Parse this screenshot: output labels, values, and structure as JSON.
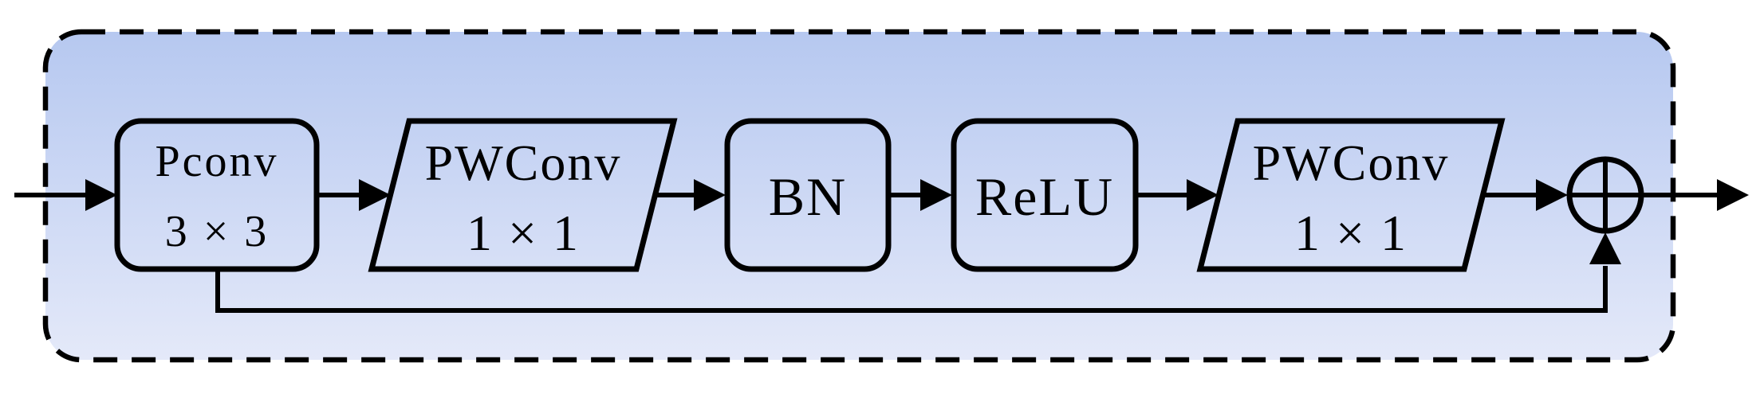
{
  "colors": {
    "gradient_top": "#b6c8f0",
    "gradient_bottom": "#e4e9f9",
    "stroke": "#000000",
    "text": "#000000"
  },
  "nodes": {
    "pconv": {
      "line1": "Pconv",
      "line2": "3 × 3"
    },
    "pwconv1": {
      "line1": "PWConv",
      "line2": "1 × 1"
    },
    "bn": {
      "label": "BN"
    },
    "relu": {
      "label": "ReLU"
    },
    "pwconv2": {
      "line1": "PWConv",
      "line2": "1 × 1"
    },
    "sum": {
      "symbol": "⊕",
      "icon": "circled-plus"
    }
  }
}
